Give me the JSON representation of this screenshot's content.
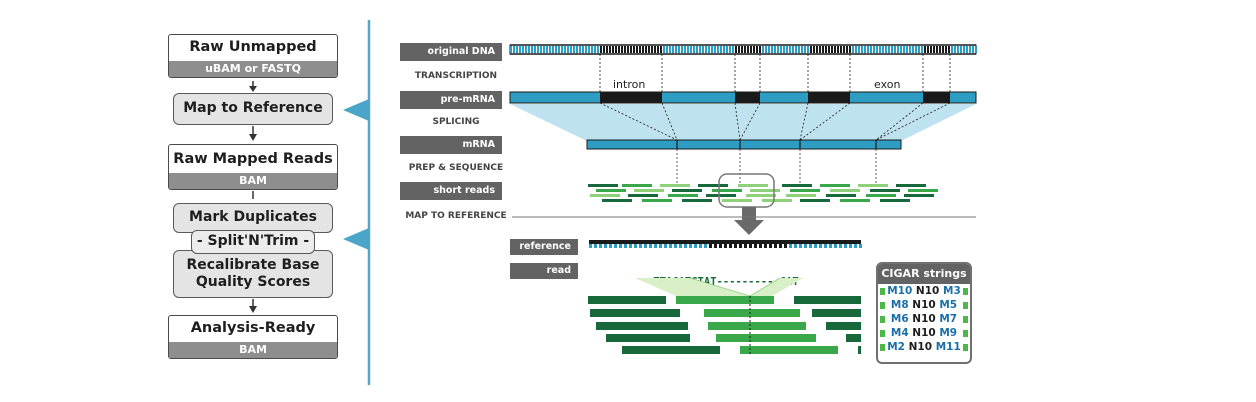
{
  "workflow": {
    "raw_unmapped": {
      "title": "Raw Unmapped Reads",
      "format": "uBAM or FASTQ"
    },
    "map_to_reference": "Map to Reference",
    "raw_mapped": {
      "title": "Raw Mapped Reads",
      "format": "BAM"
    },
    "mark_duplicates": "Mark Duplicates",
    "split_n_trim": "- Split'N'Trim -",
    "recalibrate": {
      "line1": "Recalibrate Base",
      "line2": "Quality Scores"
    },
    "analysis_ready": {
      "title": "Analysis-Ready Reads",
      "format": "BAM"
    }
  },
  "diagram": {
    "track_labels": {
      "original_dna": "original DNA",
      "pre_mrna": "pre-mRNA",
      "mrna": "mRNA",
      "short_reads": "short reads",
      "reference": "reference",
      "read": "read"
    },
    "steps": {
      "transcription": "TRANSCRIPTION",
      "splicing": "SPLICING",
      "prep_sequence": "PREP & SEQUENCE",
      "map_to_reference": "MAP TO REFERENCE"
    },
    "annotations": {
      "intron": "intron",
      "exon": "exon"
    },
    "read_sequence": {
      "left": "TTAGATGTAT",
      "gap": "----------",
      "right": "GAT"
    }
  },
  "cigar": {
    "title": "CIGAR strings",
    "rows": [
      {
        "m1": "M10",
        "n": "N10",
        "m2": "M3"
      },
      {
        "m1": "M8",
        "n": "N10",
        "m2": "M5"
      },
      {
        "m1": "M6",
        "n": "N10",
        "m2": "M7"
      },
      {
        "m1": "M4",
        "n": "N10",
        "m2": "M9"
      },
      {
        "m1": "M2",
        "n": "N10",
        "m2": "M11"
      }
    ]
  },
  "colors": {
    "teal": "#2e9dc4",
    "light_blue": "#bfe2f0",
    "dark_green": "#17683a",
    "mid_green": "#38a84a",
    "light_green": "#8fd17a",
    "pale_green": "#d8efc8",
    "black": "#1a1a1a",
    "gray_label": "#636363",
    "cigar_blue": "#1a6fa8"
  }
}
